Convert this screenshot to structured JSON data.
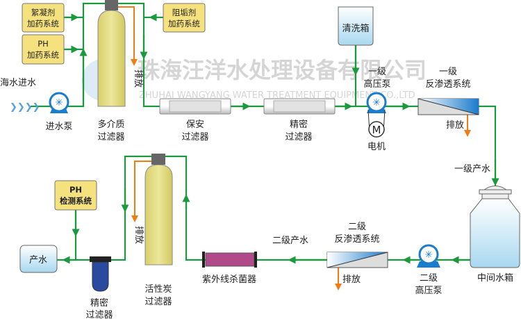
{
  "watermark": {
    "company_cn": "珠海汪洋水处理设备有限公司",
    "company_en": "ZHUHAI WANGYANG WATER TREATMENT EQUIPMENT CO.,LTD"
  },
  "colors": {
    "pipe": "#1a9a3c",
    "drain": "#f07c12",
    "pump": "#1a7ccc",
    "dosing_box": "#f5e27e",
    "filter": "#dcd57a",
    "uv": "#b04a8a",
    "cartridge": "#2a4aa0"
  },
  "labels": {
    "seawater_in": "海水进水",
    "intake_pump": "进水泵",
    "flocculant": [
      "絮凝剂",
      "加药系统"
    ],
    "ph_dosing": [
      "PH",
      "加药系统"
    ],
    "antiscalant": [
      "阻垢剂",
      "加药系统"
    ],
    "multimedia_filter": [
      "多介质",
      "过滤器"
    ],
    "drain": "排放",
    "security_filter": [
      "保安",
      "过滤器"
    ],
    "precision_filter": [
      "精密",
      "过滤器"
    ],
    "cleaning_tank": "清洗箱",
    "hp_pump_1": [
      "一级",
      "高压泵"
    ],
    "motor": "电机",
    "motor_symbol": "M",
    "ro_1": [
      "一级",
      "反渗透系统"
    ],
    "product_1": "一级产水",
    "mid_tank": "中间水箱",
    "hp_pump_2": [
      "二级",
      "高压泵"
    ],
    "ro_2": [
      "二级",
      "反渗透系统"
    ],
    "product_2": "二级产水",
    "uv": "紫外线杀菌器",
    "carbon_filter": [
      "活性炭",
      "过滤器"
    ],
    "ph_monitor": [
      "PH",
      "检测系统"
    ],
    "precision_filter_2": [
      "精密",
      "过滤器"
    ],
    "product_water": "产水"
  }
}
